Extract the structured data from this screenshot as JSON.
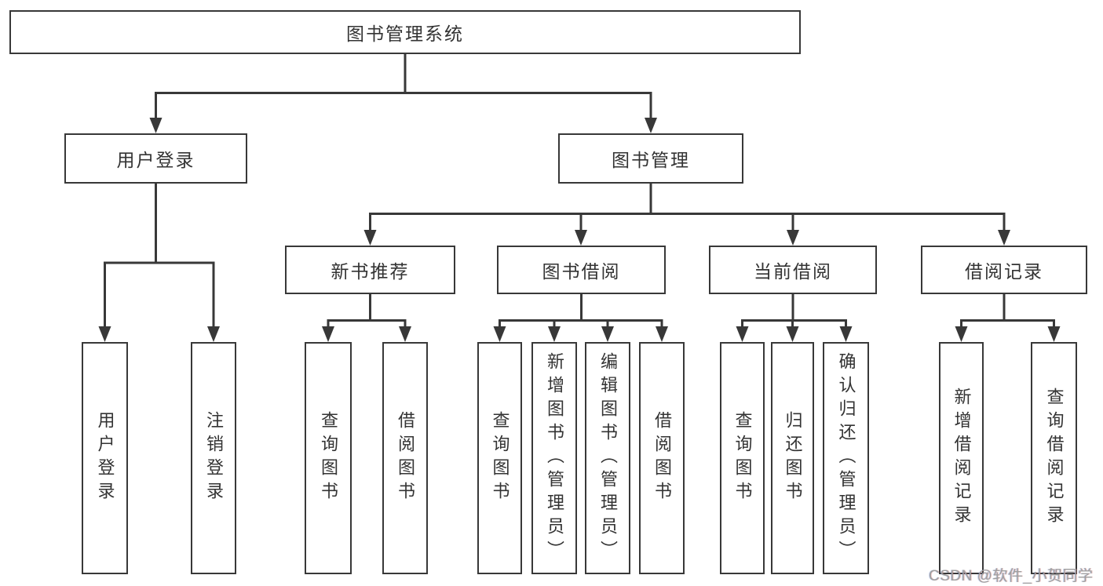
{
  "diagram": {
    "title": "图书管理系统",
    "root": "图书管理系统",
    "level2": {
      "user_login": "用户登录",
      "book_mgmt": "图书管理"
    },
    "level3": {
      "new_book": "新书推荐",
      "book_borrow": "图书借阅",
      "current_borrow": "当前借阅",
      "borrow_records": "借阅记录"
    },
    "leaves": {
      "user_login": [
        "用户登录",
        "注销登录"
      ],
      "new_book": [
        "查询图书",
        "借阅图书"
      ],
      "book_borrow": [
        "查询图书",
        "新增图书（管理员）",
        "编辑图书（管理员）",
        "借阅图书"
      ],
      "current_borrow": [
        "查询图书",
        "归还图书",
        "确认归还（管理员）"
      ],
      "borrow_records": [
        "新增借阅记录",
        "查询借阅记录"
      ]
    }
  },
  "watermark": {
    "text": "CSDN @软件_小贺同学"
  },
  "colors": {
    "line": "#383838",
    "text": "#333333",
    "box_background": "#ffffff",
    "watermark": "#9f9f9f"
  }
}
